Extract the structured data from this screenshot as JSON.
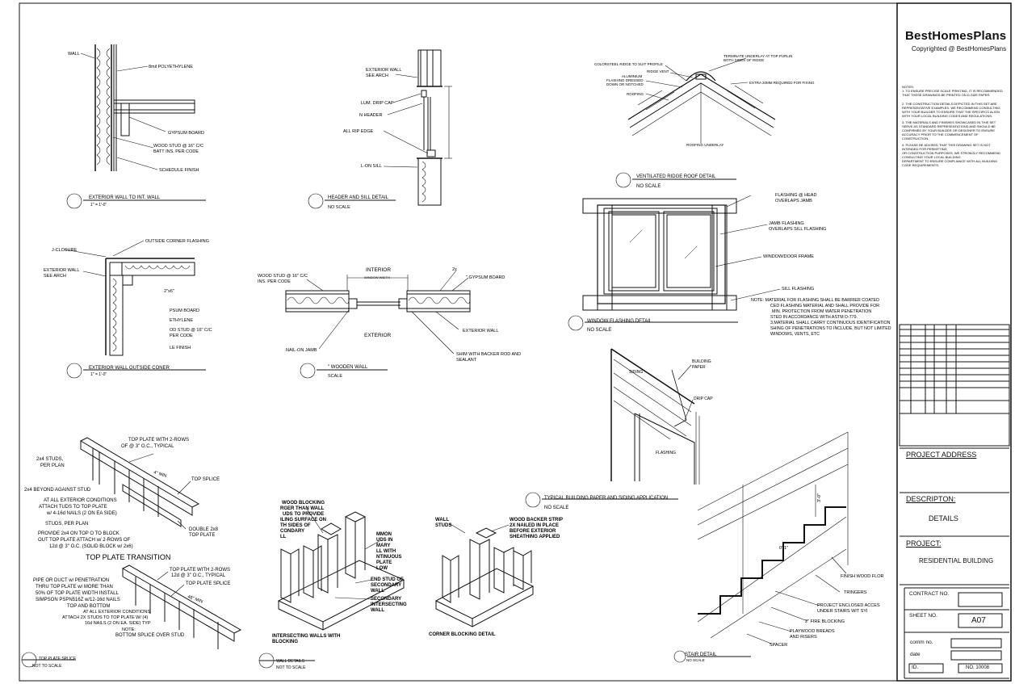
{
  "title_block": {
    "brand": "BestHomesPlans",
    "copyright": "Copyrighted @ BestHomesPlans",
    "notes": [
      "NOTES:",
      "1. TO ENSURE PRECISE SCALE PRINTING, IT IS RECOMMENDED",
      "THAT THESE DRAWINGS BE PRINTED ON D-SIZE PAPER.",
      "2. THE CONSTRUCTION DETAILS DEPICTED IN THIS SET ARE",
      "REPRESENTATIVE EXAMPLES. WE RECOMMEND CONSULTING",
      "WITH YOUR BUILDER TO ENSURE THAT THE SPECIFICS ALIGN",
      "WITH YOUR LOCAL BUILDING CODES AND REGULATIONS.",
      "3. THE MATERIALS AND FINISHES SHOWCASED IN THIS SET",
      "SERVE AS STANDARD REPRESENTATIONS AND SHOULD BE",
      "CONFIRMED BY YOUR BUILDER OR DESIGNER TO ENSURE",
      "ACCURACY PRIOR TO THE COMMENCEMENT OF",
      "CONSTRUCTION.",
      "4. PLEASE BE ADVISED THAT THIS DRAWING SET IS NOT",
      "INTENDED FOR PERMITTING",
      "OR CONSTRUCTION PURPOSES. WE STRONGLY RECOMMEND",
      "CONSULTING YOUR LOCAL BUILDING",
      "DEPARTMENT TO ENSURE COMPLIANCE WITH ALL BUILDING",
      "CODE REQUIREMENTS."
    ],
    "project_address_label": "PROJECT ADDRESS",
    "description_label": "DESCRIPTON:",
    "description_value": "DETAILS",
    "project_label": "PROJECT:",
    "project_value": "RESIDENTIAL BUILDING",
    "contract_label": "CONTRACT NO.",
    "sheet_label": "SHEET NO.",
    "sheet_value": "A07",
    "comm_label": "comm  no.",
    "date_label": "date",
    "id_label": "ID.",
    "no_value": "NO. 10008"
  },
  "details": {
    "ext_int": {
      "title": "EXTERIOR WALL TO INT. WALL",
      "scale": "1\" = 1'-0\"",
      "labels": [
        "WALL",
        "8mil POLYETHYLENE",
        "GYPSUM BOARD",
        "WOOD STUD @ 16\" C/C",
        "BATT INS. PER CODE",
        "SCHEDULE FINISH"
      ]
    },
    "header_sill": {
      "title": "HEADER AND SILL DETAIL",
      "scale": "NO SCALE",
      "labels": [
        "EXTERIOR  WALL",
        "SEE ARCH",
        "LUM. DRIP CAP",
        "N  HEADER",
        "ALL  RIP EDGE",
        "L-ON SILL"
      ]
    },
    "ridge": {
      "title": "VENTILATED RIDGE ROOF DETAIL",
      "scale": "NO SCALE",
      "labels": [
        "COLORSTEEL RIDGE TO SUIT PROFILE",
        "RIDGE VENT",
        "ALUMINIUM",
        "FLASHING DRESSED",
        "DOWN OR NOTCHED",
        "ROOFING",
        "TERMINATE UNDERLAY AT TOP PURLIN",
        "BOTH SIDES OF RIDGE",
        "EXTRA 20MM REQUIRED FOR FIXING",
        "ROOFING UNDERLAY"
      ]
    },
    "outside_corner": {
      "title": "EXTERIOR WALL OUTSIDE CONER",
      "scale": "1\" = 1'-0\"",
      "labels": [
        "J-CLOSURE",
        "OUTSIDE CORNER FLASHING",
        "EXTERIOR  WALL",
        "SEE ARCH",
        "2\"x6\"",
        "PSUM BOARD",
        "ETHYLENE",
        "OD STUD @ 16\" C/C",
        "PER CODE",
        "LE FINISH"
      ]
    },
    "wooden_wall": {
      "title": "\" WOODEN WALL",
      "scale": "SCALE",
      "labels": [
        "WOOD STUD @ 16\" C/C",
        "INS. PER CODE",
        "INTERIOR",
        "WINDOW WIDTH",
        "2x",
        "\" GYPSUM BOARD",
        "EXTERIOR",
        "EXTERIOR  WALL",
        "NAIL-ON JAMB",
        "SHIM WITH BACKER ROD AND",
        "SEALANT"
      ]
    },
    "window_flashing": {
      "title": "WINDOW FLASHING DETAIL",
      "scale": "NO SCALE",
      "labels": [
        "FLASHING @ HEAD",
        "OVERLAPS JAMB",
        "JAMB FLASHING",
        "OVERLAPS SILL FLASHING",
        "WINDOW/DOOR FRAME",
        "SILL FLASHING"
      ],
      "note": [
        "NOTE:      MATERIAL FOR FLASHING SHALL BE BARRIER COATED",
        "CED FLASHING MATERIAL AND SHALL PROVIDE FOR",
        "MIN. PROTECTION FROM WATER PENETRATION",
        "STED IN ACCORDANCE WITH ASTM D-779.",
        "3.MATERIAL SHALL CARRY CONTINUOUS IDENTIFICATION",
        "SHING OF PENETRATIONS TO INCLUDE, BUT NOT LIMITED",
        "WINDOWS, VENTS, ETC"
      ]
    },
    "siding": {
      "title": "TYPICAL BUILDING PAPER AND SIDING APPLICATION",
      "scale": "NO SCALE",
      "labels": [
        "SIDING",
        "BUILDING",
        "PAPER",
        "DRIP CAP",
        "FLASHING"
      ]
    },
    "top_plate": {
      "labels": [
        "TOP PLATE WITH 2-ROWS",
        "OF        @ 3\" O.C., TYPICAL",
        "2x4 STUDS,",
        "PER PLAN",
        "4\" MIN",
        "TOP SPLICE",
        "2x4 BEYOND AGAINST      STUD",
        "AT ALL EXTERIOR CONDITIONS",
        "ATTACH      TUDS TO TOP PLATE",
        "w/ 4-16d NAILS (2 ON EA SIDE)",
        "STUDS, PER PLAN",
        "DOUBLE 2x8",
        "TOP PLATE",
        "PROVIDE 2x4 ON TOP O        TO BLOCK",
        "OUT TOP PLATE ATTACH w/ 2-ROWS OF",
        "12d  @ 3\" O.C. (SOLID BLOCK w/ 2x6)"
      ],
      "heading": "TOP PLATE TRANSITION",
      "labels2": [
        "TOP PLATE WITH 2-ROWS",
        "12d @ 3\" O.C., TYPICAL",
        "TOP PLATE SPLICE",
        "PIPE OR DUCT w/ PENETRATION",
        "THRU TOP PLATE w/ MORE THAN",
        "50% OF TOP PLATE WIDTH INSTALL",
        "SIMPSON PSPN516Z w/12-16d NAILS",
        "TOP AND BOTTOM",
        "48\" MIN",
        "AT ALL EXTERIOR CONDITIONS",
        "ATTACH 2X STUDS TO TOP PLATE W/ (4)",
        "16d NAILS (2 ON EA. SIDE) TYP",
        "NOTE:",
        "BOTTOM SPLICE OVER STUD"
      ],
      "title": "TOP PLATE SPLICE",
      "scale": "NOT TO SCALE"
    },
    "wall_details": {
      "labels": [
        "WOOD BLOCKING",
        "RGER THAN WALL",
        "UDS TO PROVIDE",
        "ILING SURFACE ON",
        "TH SIDES OF",
        "CONDARY",
        "LL",
        "MMON",
        "UDS IN",
        "MARY",
        "LL WITH",
        "NTINUOUS",
        "PLATE",
        "LOW",
        "END STUD OF",
        "SECONDARY",
        "WALL",
        "SECONDARY",
        "INTERSECTING",
        "WALL"
      ],
      "sub": [
        "INTERSECTING WALLS WITH",
        "BLOCKING"
      ],
      "corner_labels": [
        "WALL",
        "STUDS",
        "WOOD BACKER STRIP",
        "2X NAILED IN PLACE",
        "BEFORE EXTERIOR",
        "SHEATHING APPLIED"
      ],
      "corner_title": "CORNER BLOCKING DETAIL",
      "title": "WALL DETAILS",
      "scale": "NOT TO SCALE"
    },
    "stair": {
      "title": "STAIR DETAIL",
      "scale": "NO SCALE",
      "labels": [
        "3'-0\"",
        "0'-1\"",
        "FINISH WOOD FLOR",
        "TRINGERS",
        "PROJECT ENCLOSED ACCES",
        "UNDER STAIRS WIT        SYI",
        "2\" FIRE BLOCKING",
        "PLAYWOOD BREADS",
        "AND RISERS",
        "SPACER"
      ]
    }
  }
}
